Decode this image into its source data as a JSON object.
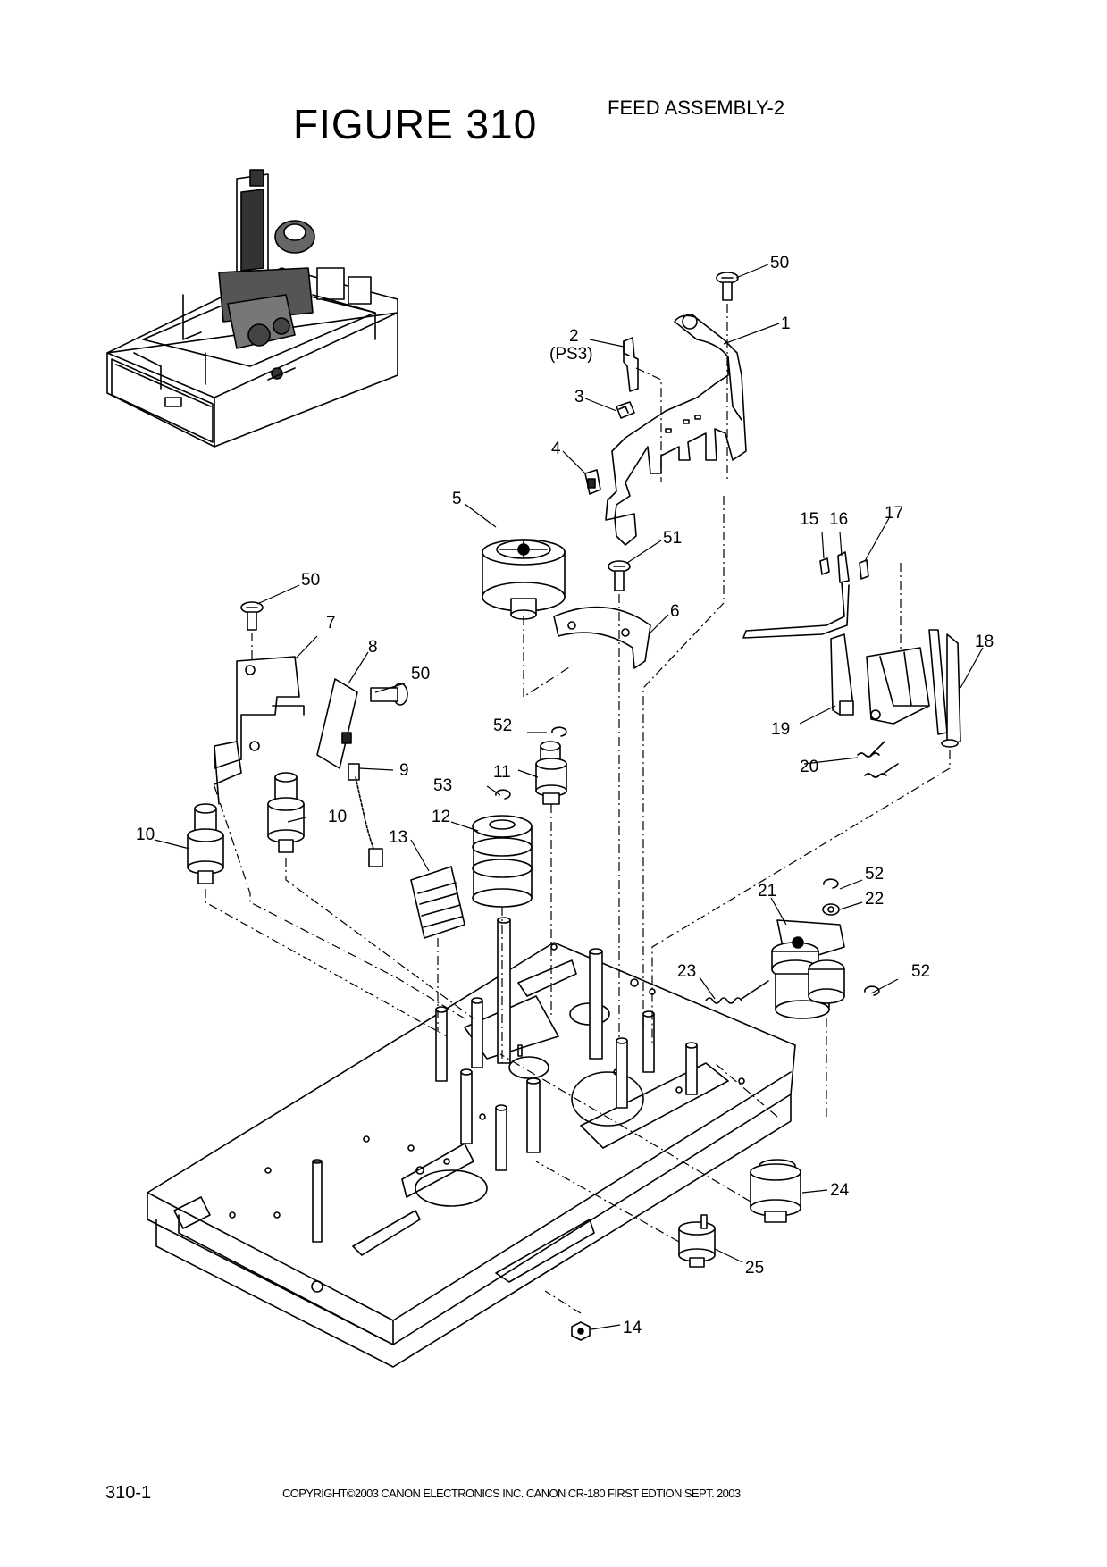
{
  "header": {
    "figure_title": "FIGURE 310",
    "assembly_title": "FEED ASSEMBLY-2"
  },
  "footer": {
    "page_number": "310-1",
    "copyright": "COPYRIGHT©2003 CANON ELECTRONICS INC. CANON CR-180 FIRST EDTION SEPT. 2003"
  },
  "callouts": {
    "c1": "1",
    "c2": "2",
    "c2_sub": "(PS3)",
    "c3": "3",
    "c4": "4",
    "c5": "5",
    "c6": "6",
    "c7": "7",
    "c8": "8",
    "c9": "9",
    "c10a": "10",
    "c10b": "10",
    "c11": "11",
    "c12": "12",
    "c13": "13",
    "c14": "14",
    "c15": "15",
    "c16": "16",
    "c17": "17",
    "c18": "18",
    "c19": "19",
    "c20": "20",
    "c21": "21",
    "c22": "22",
    "c23": "23",
    "c24": "24",
    "c25": "25",
    "c50a": "50",
    "c50b": "50",
    "c50c": "50",
    "c51": "51",
    "c52a": "52",
    "c52b": "52",
    "c52c": "52",
    "c53": "53"
  }
}
